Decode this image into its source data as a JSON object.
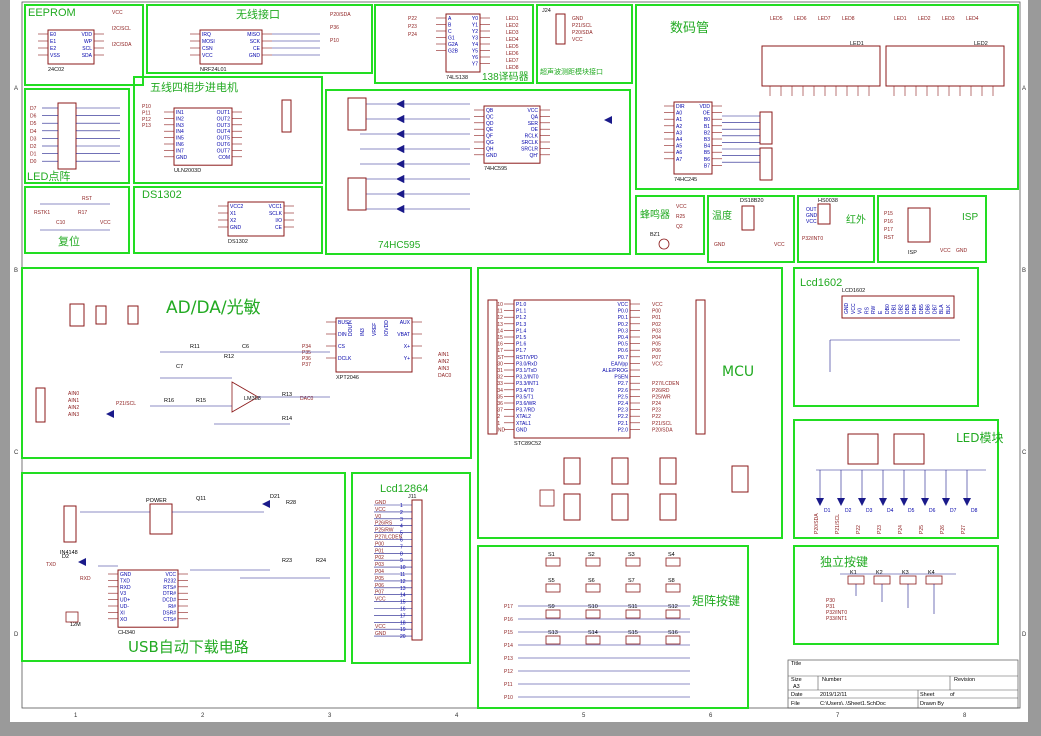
{
  "colors": {
    "frame": "#22dd22",
    "section_title": "#22aa22",
    "part": "#8b1a1a",
    "pin_text": "#0000aa",
    "wire": "#1a1a8a",
    "sheet_bg": "#ffffff",
    "outer_bg": "#9a9a9a"
  },
  "sections": {
    "eeprom": "EEPROM",
    "wireless": "无线接口",
    "decoder": "138译码器",
    "ultrasonic": "超声波测距模块接口",
    "digit_tube": "数码管",
    "led_matrix": "LED点阵",
    "stepper": "五线四相步进电机",
    "hc595": "74HC595",
    "reset": "复位",
    "ds1302": "DS1302",
    "buzzer": "蜂鸣器",
    "temp": "温度",
    "infrared": "红外",
    "isp": "ISP",
    "adda": "AD/DA/光敏",
    "mcu": "MCU",
    "lcd1602": "Lcd1602",
    "led_module": "LED模块",
    "usb": "USB自动下载电路",
    "lcd12864": "Lcd12864",
    "matrix_keys": "矩阵按键",
    "keys": "独立按键"
  },
  "parts": {
    "eeprom": {
      "ref": "24C02",
      "pins_left": [
        "E0",
        "E1",
        "E2",
        "VSS"
      ],
      "pins_right": [
        "VDD",
        "WP",
        "SCL",
        "SDA"
      ],
      "nets": [
        "VCC",
        "I2C/SCL",
        "I2C/SDA"
      ]
    },
    "nrf": {
      "ref": "NRF24L01",
      "pins_left": [
        "IRQ",
        "MOSI",
        "CSN",
        "VCC"
      ],
      "pins_right": [
        "MISO",
        "SCK",
        "CE",
        "GND"
      ],
      "nets": [
        "P20/SDA",
        "P36",
        "P10"
      ]
    },
    "decoder": {
      "ref": "74LS138",
      "pins_left": [
        "A",
        "B",
        "C",
        "G1",
        "G2A",
        "G2B"
      ],
      "pins_right": [
        "Y0",
        "Y1",
        "Y2",
        "Y3",
        "Y4",
        "Y5",
        "Y6",
        "Y7"
      ],
      "nets": [
        "P22",
        "P23",
        "P24",
        "LED1",
        "LED2",
        "LED3",
        "LED4",
        "LED5",
        "LED6",
        "LED7",
        "LED8"
      ]
    },
    "ultrasonic": {
      "ref": "J24",
      "pins": [
        "GND",
        "P21/SCL",
        "P20/SDA",
        "VCC"
      ]
    },
    "digit_tube": {
      "refs": [
        "LED1",
        "LED2"
      ],
      "nets": [
        "LED5",
        "LED6",
        "LED7",
        "LED8",
        "LED1",
        "LED2",
        "LED3",
        "LED4"
      ]
    },
    "latch": {
      "ref": "74HC245",
      "pins_left": [
        "DIR",
        "A0",
        "A1",
        "A2",
        "A3",
        "A4",
        "A5",
        "A6",
        "A7"
      ],
      "pins_right": [
        "VDD",
        "OE",
        "B0",
        "B1",
        "B2",
        "B3",
        "B4",
        "B5",
        "B6",
        "B7"
      ]
    },
    "led_matrix": {
      "ref": "LED点阵",
      "rows": [
        "D7",
        "D6",
        "D5",
        "D4",
        "D3",
        "D2",
        "D1",
        "D0"
      ]
    },
    "uln": {
      "ref": "ULN2003D",
      "pins_left": [
        "IN1",
        "IN2",
        "IN3",
        "IN4",
        "IN5",
        "IN6",
        "IN7",
        "GND"
      ],
      "pins_right": [
        "OUT1",
        "OUT2",
        "OUT3",
        "OUT4",
        "OUT5",
        "OUT6",
        "OUT7",
        "COM"
      ],
      "nets": [
        "P10",
        "P11",
        "P12",
        "P13"
      ]
    },
    "hc595": {
      "ref": "74HC595",
      "pins_left": [
        "QB",
        "QC",
        "QD",
        "QE",
        "QF",
        "QG",
        "QH",
        "GND"
      ],
      "pins_right": [
        "VCC",
        "QA",
        "SER",
        "OE",
        "RCLK",
        "SRCLK",
        "SRCLR",
        "QH'"
      ]
    },
    "reset": {
      "ref": "RST",
      "nets": [
        "RSTK1",
        "C10",
        "R17",
        "VCC"
      ]
    },
    "ds1302": {
      "ref": "DS1302",
      "pins_left": [
        "VCC2",
        "X1",
        "X2",
        "GND"
      ],
      "pins_right": [
        "VCC1",
        "SCLK",
        "I/O",
        "CE"
      ]
    },
    "buzzer": {
      "ref": "BZ1",
      "nets": [
        "VCC",
        "R25",
        "Q2"
      ]
    },
    "temp": {
      "ref": "DS18B20",
      "nets": [
        "VCC",
        "GND"
      ]
    },
    "infrared": {
      "ref": "HS0038",
      "pins": [
        "OUT",
        "GND",
        "VCC"
      ],
      "nets": [
        "P32/INT0"
      ]
    },
    "isp": {
      "ref": "ISP",
      "pins": [
        "P15",
        "P16",
        "P17",
        "RST"
      ],
      "nets": [
        "VCC",
        "GND"
      ]
    },
    "xpt": {
      "ref": "XPT2046",
      "pins_left": [
        "BUSY",
        "DIN",
        "CS",
        "DCLK"
      ],
      "pins_right": [
        "AUX",
        "VBAT",
        "X+",
        "Y+"
      ],
      "pins_top": [
        "DOUT",
        "IN3",
        "VREF",
        "IOVDD"
      ],
      "nets": [
        "P34",
        "P35",
        "P36",
        "P37",
        "AIN1",
        "AIN2",
        "AIN3",
        "DAC0"
      ]
    },
    "lm358": {
      "ref": "LM358",
      "nets": [
        "R11",
        "R12",
        "R13",
        "R14",
        "R15",
        "R16",
        "C6",
        "C7",
        "P21/SCL",
        "DAC0"
      ]
    },
    "mcu": {
      "ref": "STC89C52",
      "pins_left": [
        "P1.0",
        "P1.1",
        "P1.2",
        "P1.3",
        "P1.4",
        "P1.5",
        "P1.6",
        "P1.7",
        "RST/VPD",
        "P3.0/RxD",
        "P3.1/TxD",
        "P3.2/INT0",
        "P3.3/INT1",
        "P3.4/T0",
        "P3.5/T1",
        "P3.6/WR",
        "P3.7/RD",
        "XTAL2",
        "XTAL1",
        "GND"
      ],
      "pins_right": [
        "VCC",
        "P0.0",
        "P0.1",
        "P0.2",
        "P0.3",
        "P0.4",
        "P0.5",
        "P0.6",
        "P0.7",
        "EA/Vpp",
        "ALE/PROG",
        "PSEN",
        "P2.7",
        "P2.6",
        "P2.5",
        "P2.4",
        "P2.3",
        "P2.2",
        "P2.1",
        "P2.0"
      ],
      "nets_left": [
        "P10",
        "P11",
        "P12",
        "P13",
        "P14",
        "P15",
        "P16",
        "P17",
        "RST",
        "P30",
        "P31",
        "P32",
        "P33",
        "P34",
        "P35",
        "P36",
        "P37",
        "X2",
        "X1",
        "GND"
      ],
      "nets_right": [
        "VCC",
        "P00",
        "P01",
        "P02",
        "P03",
        "P04",
        "P05",
        "P06",
        "P07",
        "VCC",
        "",
        "",
        "P27/LCDEN",
        "P26/RD",
        "P25/WR",
        "P24",
        "P23",
        "P22",
        "P21/SCL",
        "P20/SDA"
      ]
    },
    "lcd1602": {
      "ref": "LCD1602",
      "pins": [
        "GND",
        "VCC",
        "V0",
        "RS",
        "RW",
        "E",
        "DB0",
        "DB1",
        "DB2",
        "DB3",
        "DB4",
        "DB5",
        "DB6",
        "DB7",
        "BLA",
        "BLK"
      ]
    },
    "led_module": {
      "refs": [
        "D1",
        "D2",
        "D3",
        "D4",
        "D5",
        "D6",
        "D7",
        "D8"
      ],
      "nets": [
        "P20/SDA",
        "P21/SCL",
        "P22",
        "P23",
        "P24",
        "P25",
        "P26",
        "P27"
      ]
    },
    "usb": {
      "ref": "CH340",
      "pins_left": [
        "GND",
        "TXD",
        "RXD",
        "V3",
        "UD+",
        "UD-",
        "XI",
        "XO"
      ],
      "pins_right": [
        "VCC",
        "R232",
        "RTS#",
        "DTR#",
        "DCD#",
        "RI#",
        "DSR#",
        "CTS#"
      ],
      "nets": [
        "POWER",
        "Q11",
        "D21",
        "R28",
        "R23",
        "R24",
        "D2",
        "IN4148",
        "TXD",
        "RXD",
        "12M"
      ]
    },
    "lcd12864": {
      "ref": "J11",
      "pins": [
        "GND",
        "VCC",
        "V0",
        "RS",
        "RW",
        "E",
        "DB0",
        "DB1",
        "DB2",
        "DB3",
        "DB4",
        "DB5",
        "DB6",
        "DB7",
        "PSB",
        "NC",
        "RST",
        "VOUT",
        "BLA",
        "BLK"
      ],
      "nets": [
        "GND",
        "VCC",
        "V0",
        "P26/RS",
        "P25/RW",
        "P27/LCDEN",
        "P00",
        "P01",
        "P02",
        "P03",
        "P04",
        "P05",
        "P06",
        "P07",
        "VCC",
        "",
        "",
        "",
        "VCC",
        "GND"
      ]
    },
    "matrix_keys": {
      "refs": [
        "S1",
        "S2",
        "S3",
        "S4",
        "S5",
        "S6",
        "S7",
        "S8",
        "S9",
        "S10",
        "S11",
        "S12",
        "S13",
        "S14",
        "S15",
        "S16"
      ],
      "nets": [
        "P17",
        "P16",
        "P15",
        "P14",
        "P13",
        "P12",
        "P11",
        "P10"
      ]
    },
    "keys": {
      "refs": [
        "K1",
        "K2",
        "K3",
        "K4"
      ],
      "nets": [
        "P30",
        "P31",
        "P32/INT0",
        "P33/INT1"
      ]
    }
  },
  "title_block": {
    "title": "Title",
    "size_label": "Size",
    "size": "A3",
    "number_label": "Number",
    "revision_label": "Revision",
    "date_label": "Date",
    "date": "2019/12/11",
    "file_label": "File",
    "file": "C:\\Users\\..\\Sheet1.SchDoc",
    "sheet_label": "Sheet",
    "sheet": "of",
    "drawn_label": "Drawn By"
  },
  "grid": {
    "cols": [
      "1",
      "2",
      "3",
      "4",
      "5",
      "6",
      "7",
      "8"
    ],
    "rows": [
      "A",
      "B",
      "C",
      "D"
    ]
  }
}
